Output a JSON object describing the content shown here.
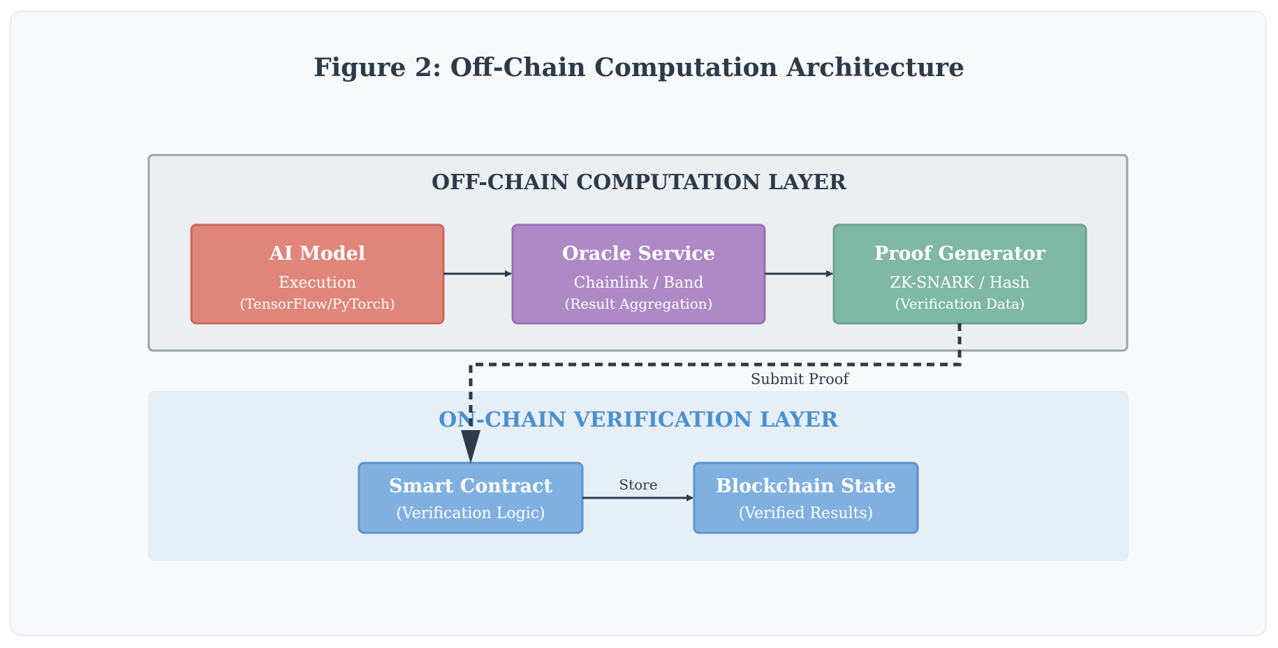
{
  "figure": {
    "title": "Figure 2: Off-Chain Computation Architecture"
  },
  "offchain_layer": {
    "title": "OFF-CHAIN COMPUTATION LAYER",
    "nodes": [
      {
        "title": "AI Model",
        "line1": "Execution",
        "line2": "(TensorFlow/PyTorch)",
        "color": "#e0857a",
        "border": "#c8685d"
      },
      {
        "title": "Oracle Service",
        "line1": "Chainlink / Band",
        "line2": "(Result Aggregation)",
        "color": "#ae89c6",
        "border": "#9870b5"
      },
      {
        "title": "Proof Generator",
        "line1": "ZK-SNARK / Hash",
        "line2": "(Verification Data)",
        "color": "#7fb8a4",
        "border": "#66a38d"
      }
    ]
  },
  "onchain_layer": {
    "title": "ON-CHAIN VERIFICATION LAYER",
    "title_color": "#4a90d0",
    "nodes": [
      {
        "title": "Smart Contract",
        "line1": "(Verification Logic)",
        "color": "#80b0e0",
        "border": "#5f93c8"
      },
      {
        "title": "Blockchain State",
        "line1": "(Verified Results)",
        "color": "#80b0e0",
        "border": "#5f93c8"
      }
    ]
  },
  "edges": {
    "submit_label": "Submit Proof",
    "store_label": "Store"
  },
  "colors": {
    "arrow": "#2d3a4a",
    "title_text": "#2d3a4a",
    "offchain_bg": "#eceff1",
    "offchain_border": "#97a5a6",
    "onchain_bg": "#e6eef6"
  }
}
